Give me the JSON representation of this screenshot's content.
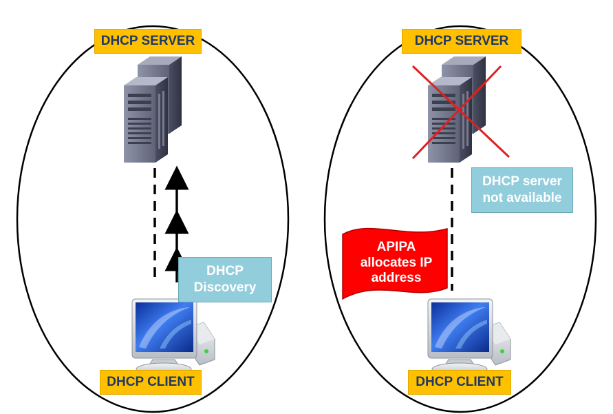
{
  "left": {
    "server_label": "DHCP SERVER",
    "client_label": "DHCP CLIENT",
    "discovery_label": "DHCP Discovery",
    "server_icon": "server-tower-icon",
    "client_icon": "desktop-computer-icon"
  },
  "right": {
    "server_label": "DHCP SERVER",
    "client_label": "DHCP CLIENT",
    "unavailable_label": "DHCP server not available",
    "apipa_label": "APIPA allocates IP address",
    "server_icon": "server-tower-icon",
    "client_icon": "desktop-computer-icon",
    "cross_icon": "red-cross-icon"
  },
  "colors": {
    "label_fill": "#ffc000",
    "label_text": "#1f3864",
    "info_fill": "#92cddc",
    "flag_fill": "#ff0000",
    "cross": "#e02020"
  }
}
